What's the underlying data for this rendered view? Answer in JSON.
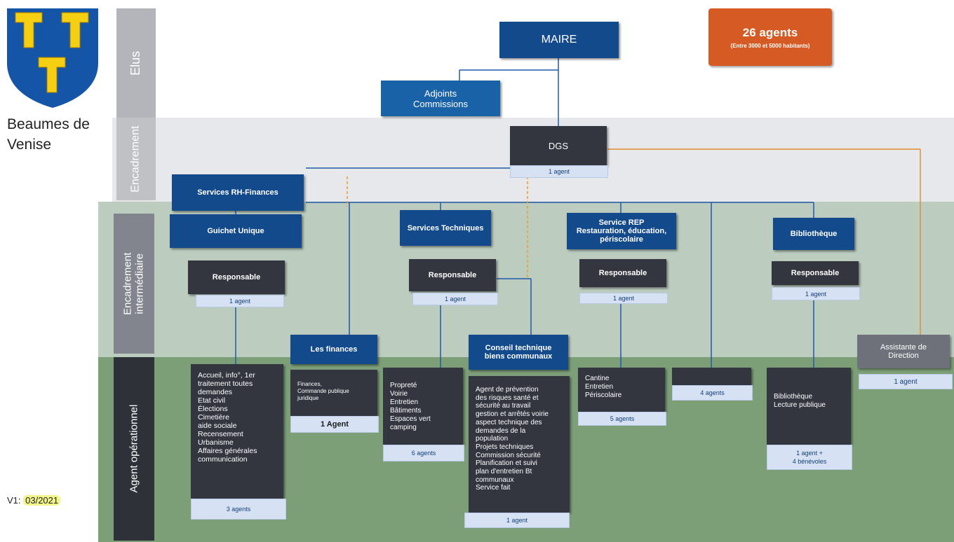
{
  "logo": {
    "name": "Beaumes de Venise",
    "charge": "T"
  },
  "version": {
    "prefix": "V1: ",
    "date": "03/2021"
  },
  "bands": {
    "elus": "Elus",
    "encadrement": "Encadrement",
    "encadrement_intermediaire": "Encadrement intermédiaire",
    "agent_operationnel": "Agent opérationnel"
  },
  "total": {
    "count": "26 agents",
    "note": "(Entre 3000 et 5000 habitants)"
  },
  "maire": "MAIRE",
  "adjoints": "Adjoints Commissions",
  "dgs": {
    "label": "DGS",
    "agents": "1 agent"
  },
  "rh_finances": "Services RH-Finances",
  "guichet": {
    "title": "Guichet Unique",
    "resp": "Responsable",
    "resp_agents": "1 agent",
    "tasks": "Accueil, info°, 1er\ntraitement toutes\ndemandes\nEtat civil\nÉlections\nCimetière\naide sociale\nRecensement\nUrbanisme\nAffaires générales\ncommunication",
    "agents": "3 agents"
  },
  "finances": {
    "title": "Les finances",
    "tasks": "Finances,\nCommande publique\njuridique",
    "agents": "1 Agent"
  },
  "techniques": {
    "title": "Services Techniques",
    "resp": "Responsable",
    "resp_agents": "1 agent",
    "tasks": "Propreté\nVoirie\nEntretien\nBâtiments\nEspaces vert\ncamping",
    "agents": "6 agents"
  },
  "conseil": {
    "title": "Conseil technique biens communaux",
    "tasks": "Agent de prévention\ndes risques santé et\nsécurité au travail\ngestion et arrêtés voirie\naspect technique des\ndemandes de la\npopulation\nProjets techniques\nCommission sécurité\nPlanification et suivi\nplan d'entretien Bt\ncommunaux\nService fait",
    "agents": "1 agent"
  },
  "rep": {
    "title": "Service REP Restauration, éducation, périscolaire",
    "resp": "Responsable",
    "resp_agents": "1 agent",
    "tasks": "Cantine\nEntretien\nPériscolaire",
    "agents": "5 agents"
  },
  "unnamed": {
    "agents": "4 agents"
  },
  "bibliotheque": {
    "title": "Bibliothèque",
    "resp": "Responsable",
    "resp_agents": "1 agent",
    "tasks": "Bibliothèque\nLecture publique",
    "agents": "1 agent +\n4 bénévoles"
  },
  "assistante": {
    "title": "Assistante de Direction",
    "agents": "1 agent"
  },
  "colors": {
    "navy": "#134a8c",
    "dark": "#33353f",
    "pill": "#d6e2f3",
    "accent_orange": "#d65a24",
    "green_band": "#7d9f78"
  }
}
